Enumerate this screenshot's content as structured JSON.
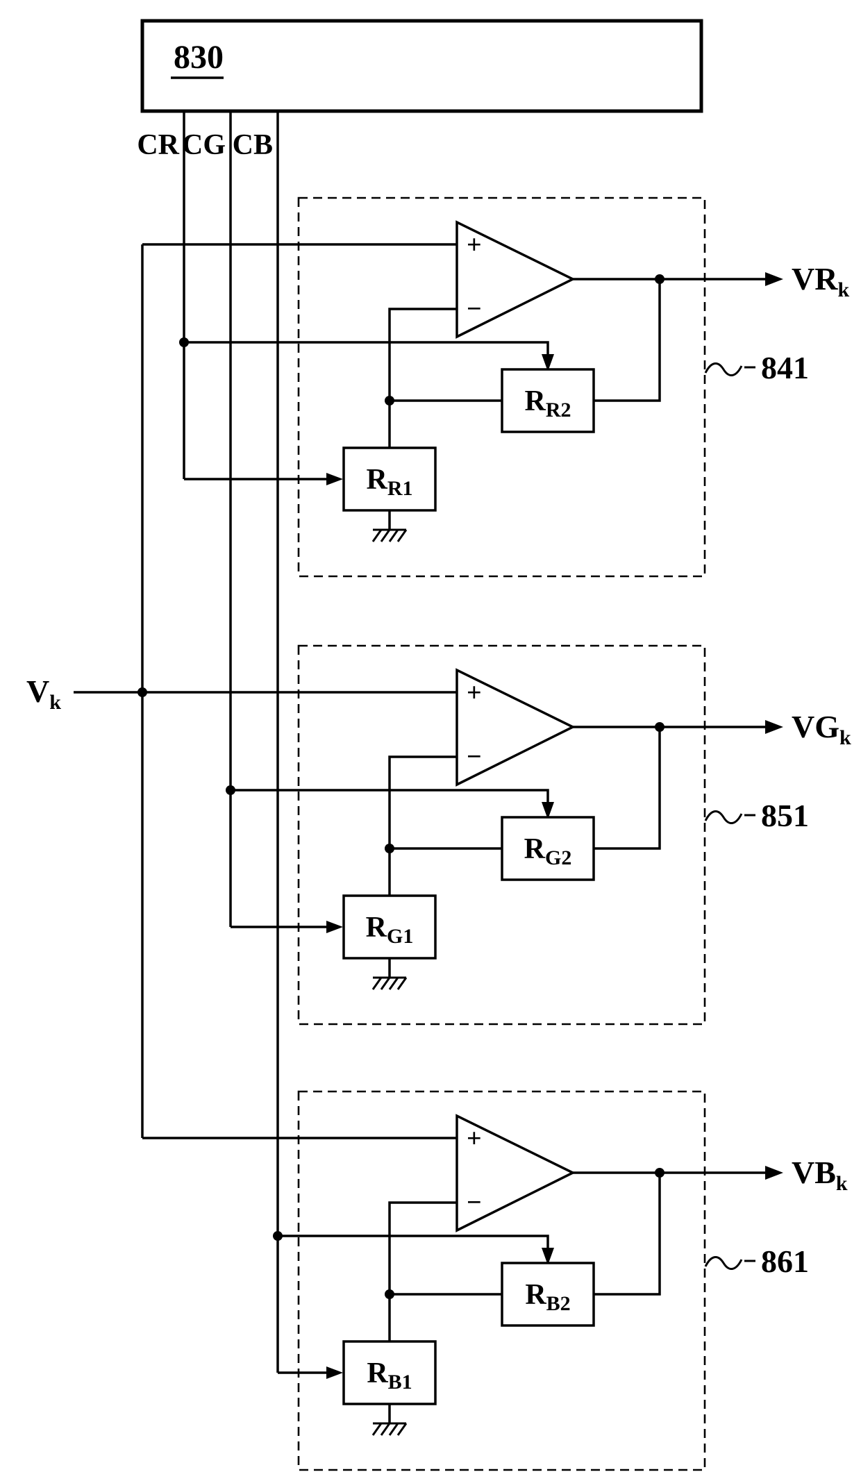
{
  "figure": {
    "controller": {
      "label": "830"
    },
    "control_signals": [
      {
        "label": "CR"
      },
      {
        "label": "CG"
      },
      {
        "label": "CB"
      }
    ],
    "input_signal": {
      "main": "V",
      "sub": "k"
    },
    "opamp_symbols": {
      "plus": "+",
      "minus": "−"
    },
    "amplifier_blocks": [
      {
        "ref": "841",
        "output": {
          "main": "VR",
          "sub": "k"
        },
        "feedback_resistor": {
          "main": "R",
          "sub": "R2"
        },
        "ground_resistor": {
          "main": "R",
          "sub": "R1"
        }
      },
      {
        "ref": "851",
        "output": {
          "main": "VG",
          "sub": "k"
        },
        "feedback_resistor": {
          "main": "R",
          "sub": "G2"
        },
        "ground_resistor": {
          "main": "R",
          "sub": "G1"
        }
      },
      {
        "ref": "861",
        "output": {
          "main": "VB",
          "sub": "k"
        },
        "feedback_resistor": {
          "main": "R",
          "sub": "B2"
        },
        "ground_resistor": {
          "main": "R",
          "sub": "B1"
        }
      }
    ],
    "colors": {
      "line": "#000000",
      "background": "#ffffff"
    }
  }
}
